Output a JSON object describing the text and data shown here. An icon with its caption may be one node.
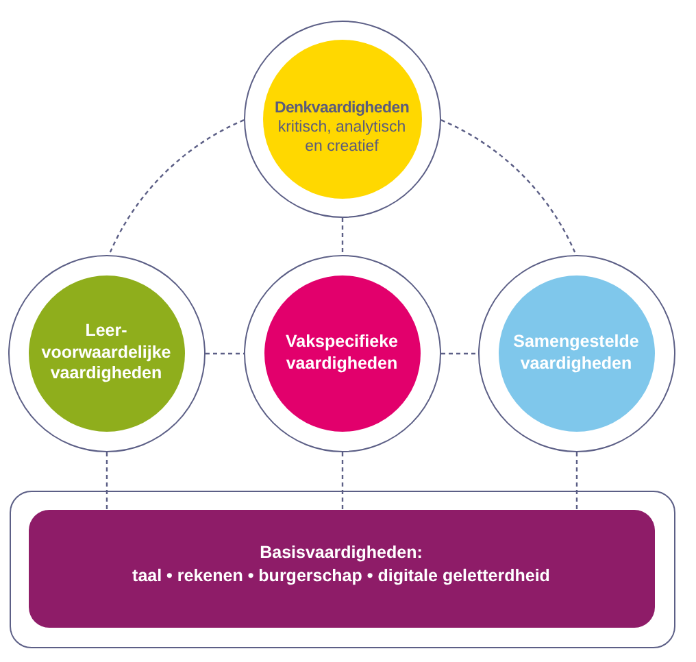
{
  "diagram": {
    "nodes": [
      {
        "text": [],
        "shape": "circle"
      },
      {
        "text": [
          "Denkvaardigheden",
          "kritisch, analytisch en creatief"
        ],
        "in": 0
      },
      {
        "text": [],
        "shape": "circle"
      },
      {
        "text": [
          "Leer- voorwaardelijke vaardigheden"
        ],
        "in": 2
      },
      {
        "text": [],
        "shape": "circle"
      },
      {
        "text": [
          "Vakspecifieke vaardigheden"
        ],
        "in": 4
      },
      {
        "text": [],
        "shape": "circle"
      },
      {
        "text": [
          "Samengestelde vaardigheden"
        ],
        "in": 6
      },
      {
        "text": [],
        "shape": "box"
      },
      {
        "text": [
          "Basisvaardigheden:",
          "taal • rekenen • burgerschap • digitale geletterdheid"
        ],
        "in": 8
      }
    ],
    "edges": [
      {
        "from": 0,
        "to": 2,
        "arrow": "none",
        "style": "dashed"
      },
      {
        "from": 0,
        "to": 4,
        "arrow": "none",
        "style": "dashed"
      },
      {
        "from": 0,
        "to": 6,
        "arrow": "none",
        "style": "dashed"
      },
      {
        "from": 2,
        "to": 4,
        "arrow": "none",
        "style": "dashed"
      },
      {
        "from": 4,
        "to": 6,
        "arrow": "none",
        "style": "dashed"
      },
      {
        "from": 2,
        "to": 9,
        "arrow": "none",
        "style": "dashed"
      },
      {
        "from": 4,
        "to": 9,
        "arrow": "none",
        "style": "dashed"
      },
      {
        "from": 6,
        "to": 9,
        "arrow": "none",
        "style": "dashed"
      }
    ]
  }
}
